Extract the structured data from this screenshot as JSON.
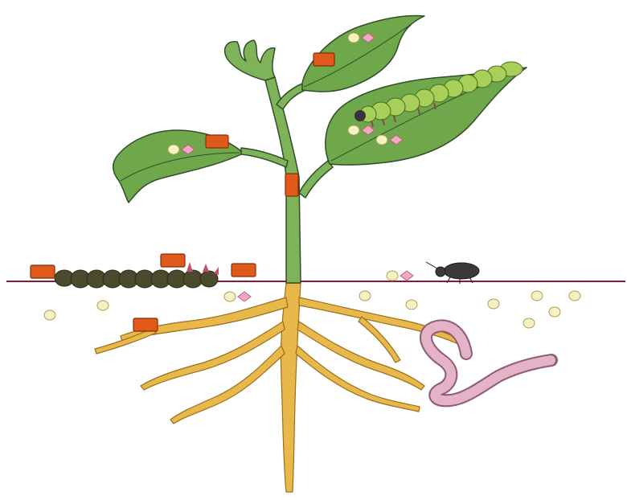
{
  "colors": {
    "background": "#ffffff",
    "soil_line": "#8b1a3a",
    "stem": "#7fb35a",
    "stem_outline": "#2f4f2a",
    "leaf": "#6ea84a",
    "leaf_outline": "#2f4f2a",
    "root": "#e8b84a",
    "root_outline": "#9a6f1e",
    "orange_marker": "#e05a1c",
    "orange_marker_border": "#8a2c08",
    "cream_marker": "#f6f1c2",
    "pink_marker": "#f3a9c2",
    "green_caterpillar": "#a7cf5a",
    "dark_caterpillar": "#4b4a2c",
    "worm": "#e4b3c8",
    "beetle": "#3a3a3a"
  },
  "organisms": [
    "leaf-caterpillar",
    "ground-caterpillar",
    "beetle",
    "earthworm"
  ],
  "marker_types": [
    "orange-rectangle",
    "cream-circle",
    "pink-diamond"
  ]
}
